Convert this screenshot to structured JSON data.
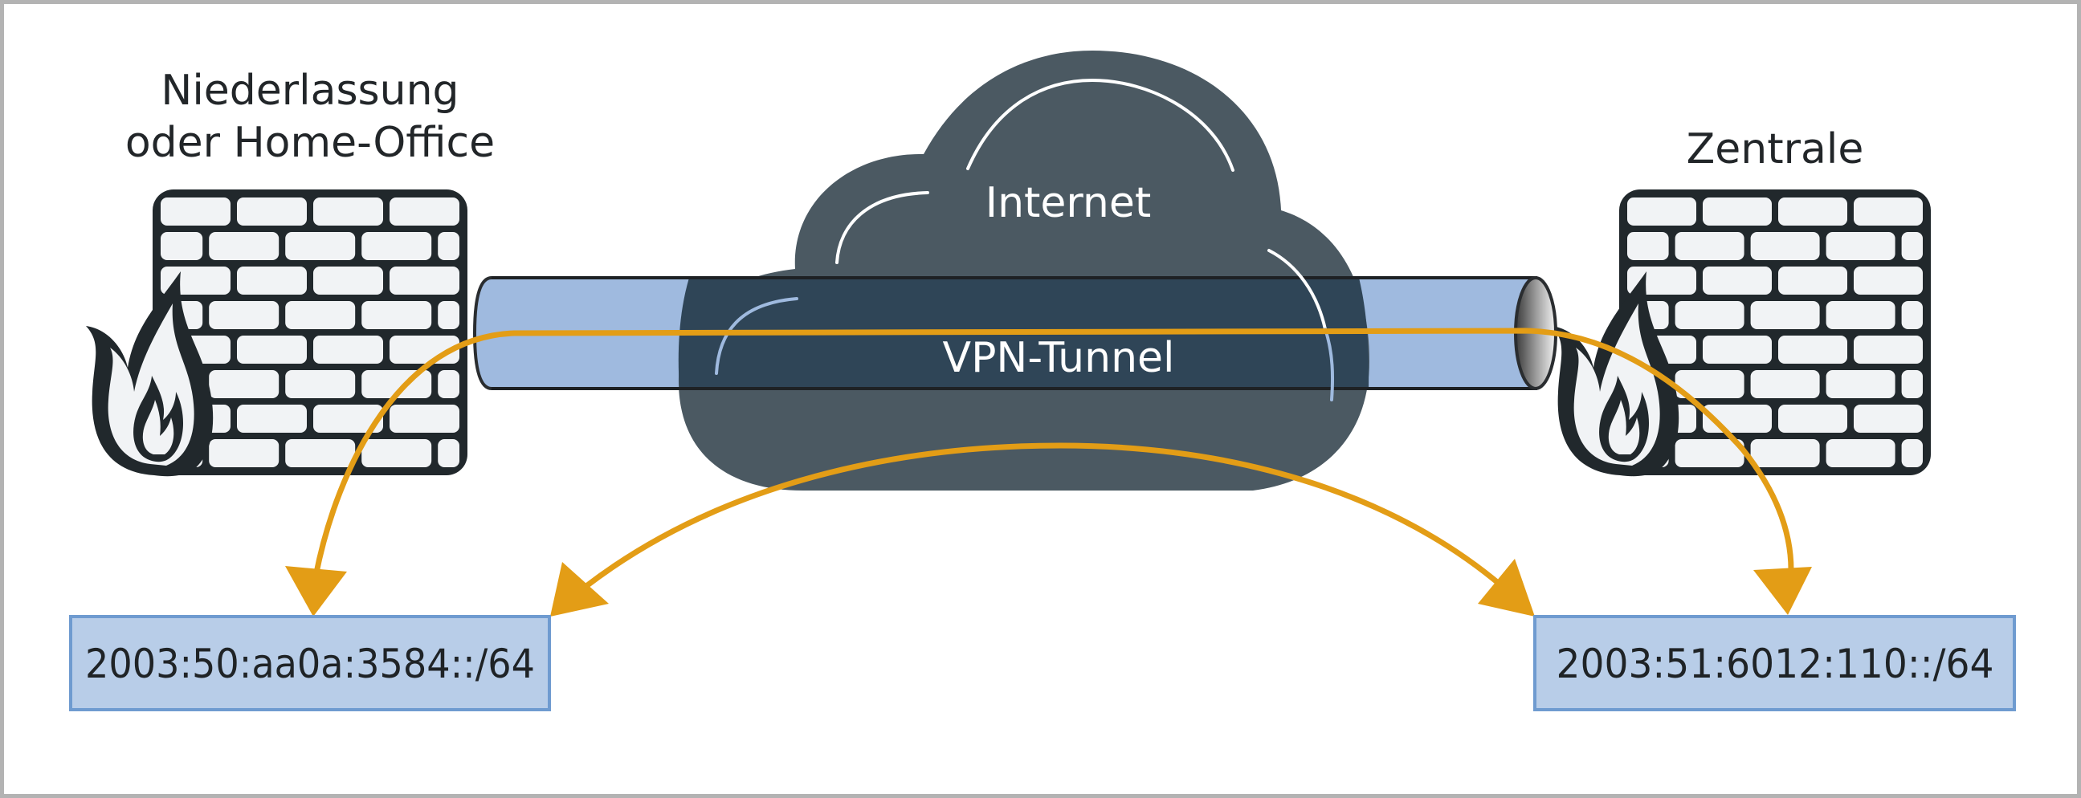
{
  "diagram": {
    "title_left": [
      "Niederlassung",
      "oder Home-Office"
    ],
    "title_right": "Zentrale",
    "cloud_label": "Internet",
    "tunnel_label": "VPN-Tunnel",
    "left_network": {
      "prefix": "2003:50:aa0a:3584::/64",
      "icon": "firewall-icon"
    },
    "right_network": {
      "prefix": "2003:51:6012:110::/64",
      "icon": "firewall-icon"
    },
    "connections": [
      {
        "from": "left-network",
        "to": "right-network",
        "via": "VPN-Tunnel",
        "style": "arrow-both"
      },
      {
        "from": "left-network",
        "to": "right-network",
        "via": "Internet",
        "style": "arrow-both"
      }
    ],
    "colors": {
      "frame": "#b3b3b3",
      "wall": "#21282c",
      "brick": "#f1f3f5",
      "cloud": "#4b5962",
      "tunnel": "#9fbadf",
      "tunnel_in_cloud": "#2f4557",
      "arrow": "#e39d16",
      "address_box": "#b8cde8",
      "address_border": "#6f9bd0"
    }
  }
}
